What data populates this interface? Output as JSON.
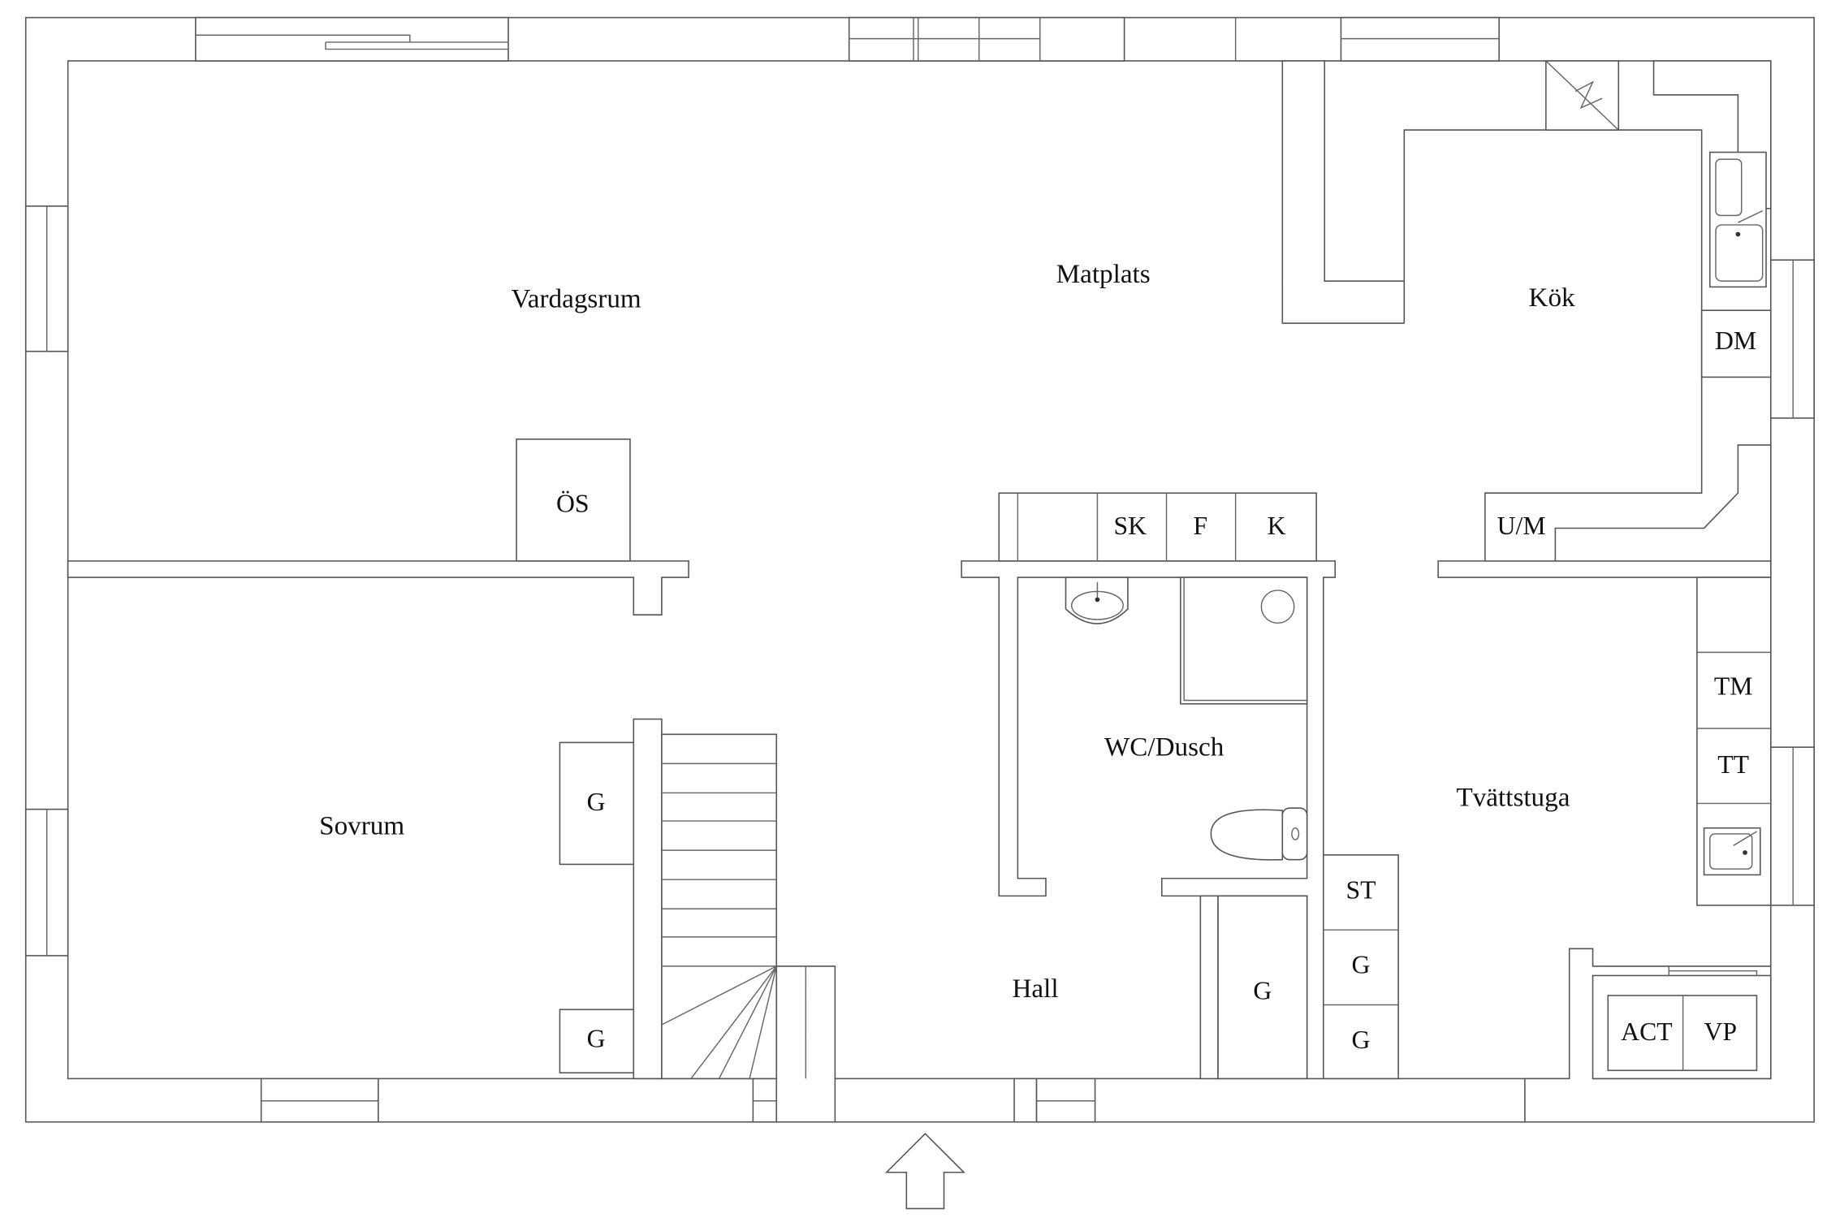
{
  "rooms": {
    "vardagsrum": "Vardagsrum",
    "matplats": "Matplats",
    "kok": "Kök",
    "sovrum": "Sovrum",
    "wc_dusch": "WC/Dusch",
    "hall": "Hall",
    "tvattstuga": "Tvättstuga"
  },
  "fixtures": {
    "os": "ÖS",
    "sk": "SK",
    "f": "F",
    "k": "K",
    "um": "U/M",
    "dm": "DM",
    "tm": "TM",
    "tt": "TT",
    "st": "ST",
    "g_bath_column_1": "G",
    "g_bath_column_2": "G",
    "g_hall": "G",
    "g_sovrum_1": "G",
    "g_sovrum_2": "G",
    "act": "ACT",
    "vp": "VP"
  },
  "colors": {
    "line": "#555555",
    "background": "#ffffff"
  }
}
